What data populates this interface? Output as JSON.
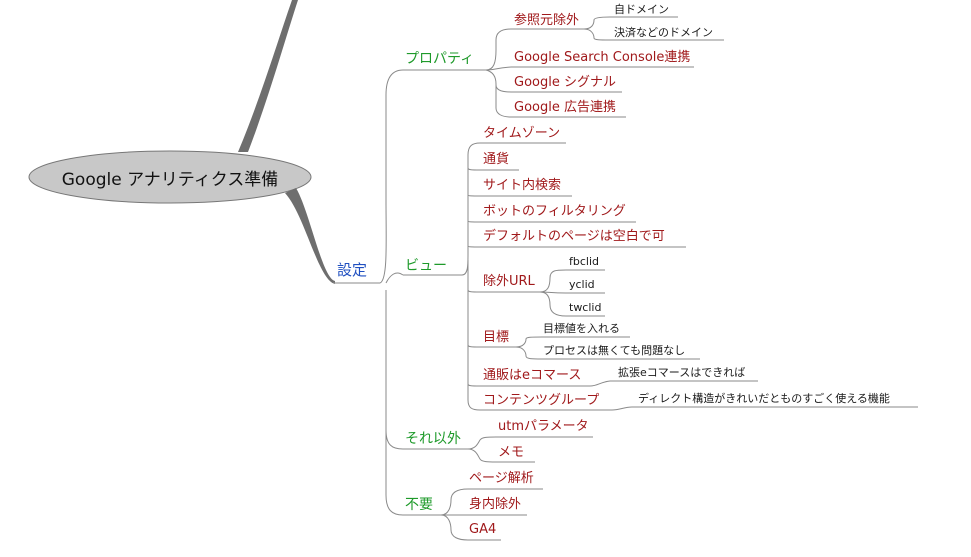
{
  "root": {
    "label": "Google アナリティクス準備"
  },
  "settings": {
    "label": "設定"
  },
  "property": {
    "label": "プロパティ",
    "referral": {
      "label": "参照元除外",
      "children": [
        "自ドメイン",
        "決済などのドメイン"
      ]
    },
    "items": [
      "Google Search Console連携",
      "Google シグナル",
      "Google 広告連携"
    ]
  },
  "view": {
    "label": "ビュー",
    "items": [
      "タイムゾーン",
      "通貨",
      "サイト内検索",
      "ボットのフィルタリング",
      "デフォルトのページは空白で可"
    ],
    "exclude_url": {
      "label": "除外URL",
      "children": [
        "fbclid",
        "yclid",
        "twclid"
      ]
    },
    "goal": {
      "label": "目標",
      "children": [
        "目標値を入れる",
        "プロセスは無くても問題なし"
      ]
    },
    "ecommerce": {
      "label": "通販はeコマース",
      "child": "拡張eコマースはできれば"
    },
    "content_group": {
      "label": "コンテンツグループ",
      "child": "ディレクト構造がきれいだとものすごく使える機能"
    }
  },
  "other": {
    "label": "それ以外",
    "items": [
      "utmパラメータ",
      "メモ"
    ]
  },
  "unneeded": {
    "label": "不要",
    "items": [
      "ページ解析",
      "身内除外",
      "GA4"
    ]
  },
  "colors": {
    "line": "#8a8a8a",
    "node_red": "#a0191b",
    "node_green": "#1e9a2a",
    "node_blue": "#1f4fc0",
    "root_fill": "#c8c8c8"
  }
}
